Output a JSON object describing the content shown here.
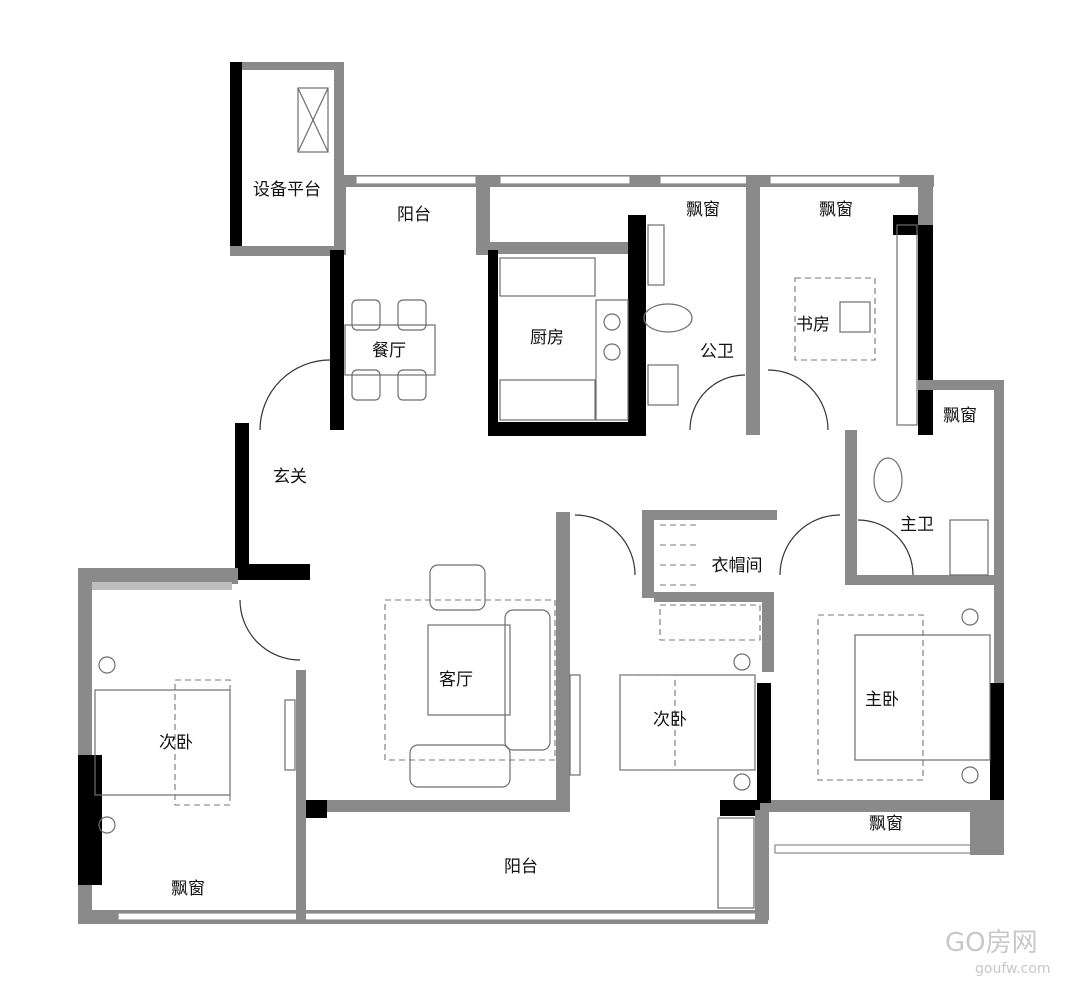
{
  "rooms": {
    "equipment_platform": "设备平台",
    "balcony_top": "阳台",
    "bay_window_1": "飘窗",
    "bay_window_2": "飘窗",
    "kitchen": "厨房",
    "dining": "餐厅",
    "public_bath": "公卫",
    "study": "书房",
    "bay_window_3": "飘窗",
    "foyer": "玄关",
    "master_bath": "主卫",
    "cloakroom": "衣帽间",
    "living": "客厅",
    "bedroom_left": "次卧",
    "bedroom_mid": "次卧",
    "master_bedroom": "主卧",
    "bay_window_4": "飘窗",
    "bay_window_5": "飘窗",
    "balcony_bottom": "阳台"
  },
  "watermark": {
    "brand": "GO房网",
    "url": "goufw.com"
  },
  "colors": {
    "wall_dark": "#000000",
    "wall_gray": "#8a8a8a",
    "furniture": "#6e6e6e"
  }
}
